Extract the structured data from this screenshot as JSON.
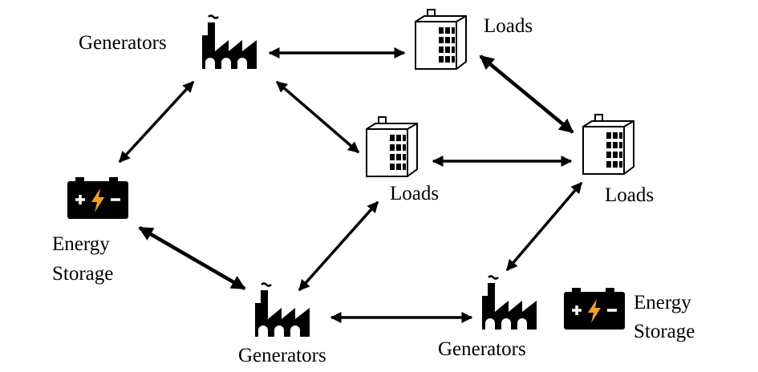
{
  "nodes": {
    "gen_top_left": {
      "label": "Generators"
    },
    "load_top": {
      "label": "Loads"
    },
    "load_middle": {
      "label": "Loads"
    },
    "load_right": {
      "label": "Loads"
    },
    "storage_left": {
      "label_line1": "Energy",
      "label_line2": "Storage"
    },
    "gen_bottom_left": {
      "label": "Generators"
    },
    "gen_bottom_right": {
      "label": "Generators"
    },
    "storage_right": {
      "label_line1": "Energy",
      "label_line2": "Storage"
    }
  },
  "icons": {
    "generator": "factory-icon",
    "load": "building-icon",
    "storage": "battery-icon"
  },
  "colors": {
    "ink": "#000000",
    "lightning": "#f2a01f",
    "background": "#ffffff"
  },
  "edges": [
    {
      "from": "gen_top_left",
      "to": "load_top",
      "arrows": "both"
    },
    {
      "from": "gen_top_left",
      "to": "storage_left",
      "arrows": "both"
    },
    {
      "from": "gen_top_left",
      "to": "load_middle",
      "arrows": "both"
    },
    {
      "from": "load_top",
      "to": "load_right",
      "arrows": "both"
    },
    {
      "from": "load_middle",
      "to": "load_right",
      "arrows": "both"
    },
    {
      "from": "load_middle",
      "to": "gen_bottom_left",
      "arrows": "both"
    },
    {
      "from": "storage_left",
      "to": "gen_bottom_left",
      "arrows": "both"
    },
    {
      "from": "load_right",
      "to": "gen_bottom_right",
      "arrows": "both"
    },
    {
      "from": "gen_bottom_left",
      "to": "gen_bottom_right",
      "arrows": "both"
    }
  ]
}
